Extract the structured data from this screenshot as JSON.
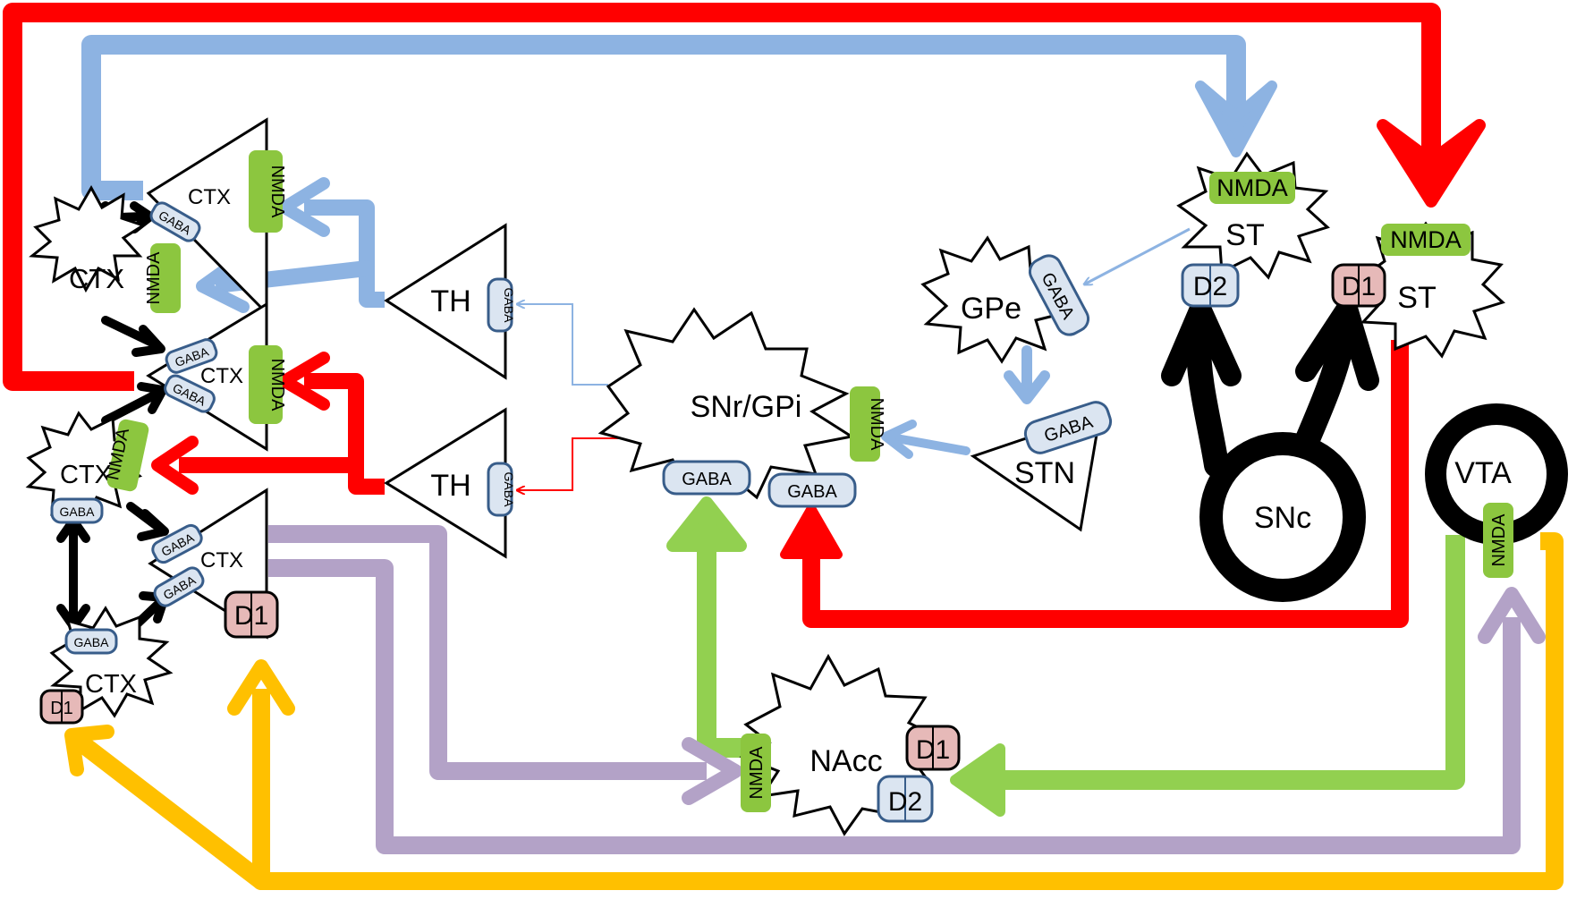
{
  "colors": {
    "red": "#ff0000",
    "blue": "#8db3e2",
    "purple": "#b3a2c7",
    "green": "#92d050",
    "yellow": "#ffc000",
    "black": "#000000",
    "nmda_fill": "#8cc63f",
    "gaba_fill": "#dbe5f1",
    "gaba_stroke": "#385d8a",
    "d_fill": "#e6b9b8"
  },
  "nodes": {
    "ctx_star_top": "CTX",
    "ctx_star_mid": "CTX",
    "ctx_star_bottom": "CTX",
    "ctx_pyramid_1": "CTX",
    "ctx_pyramid_2": "CTX",
    "ctx_pyramid_3": "CTX",
    "th_top": "TH",
    "th_bottom": "TH",
    "snr_gpi": "SNr/GPi",
    "gpe": "GPe",
    "stn": "STN",
    "st_d2": "ST",
    "st_d1": "ST",
    "snc": "SNc",
    "vta": "VTA",
    "nacc": "NAcc"
  },
  "receptors": {
    "nmda": "NMDA",
    "gaba": "GABA",
    "d1": "D1",
    "d2": "D2"
  }
}
